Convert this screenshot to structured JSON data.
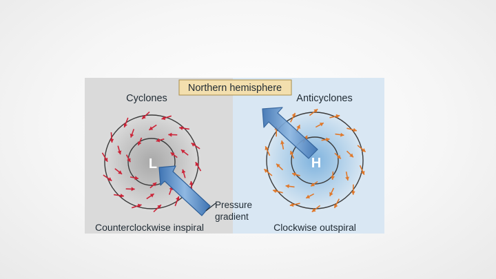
{
  "figure": {
    "banner": "Northern hemisphere",
    "cyclone": {
      "title": "Cyclones",
      "center_symbol": "L",
      "caption": "Counterclockwise inspiral",
      "flow": "counterclockwise-inward"
    },
    "anticyclone": {
      "title": "Anticyclones",
      "center_symbol": "H",
      "caption": "Clockwise outspiral",
      "flow": "clockwise-outward"
    },
    "pressure_gradient": {
      "line1": "Pressure",
      "line2": "gradient"
    },
    "colors": {
      "cyclone_panel": "#d9d9d9",
      "anticyclone_panel": "#d8e6f2",
      "cyclone_arrow": "#cc2438",
      "anticyclone_arrow": "#e0782a",
      "gradient_arrow": "#5b8fc7",
      "banner_fill": "#f3dfae",
      "isobar": "#3a3a3a"
    },
    "icons": {
      "gradient_arrow": "large-block-arrow-icon",
      "wind_arrow": "small-arrow-icon"
    }
  }
}
